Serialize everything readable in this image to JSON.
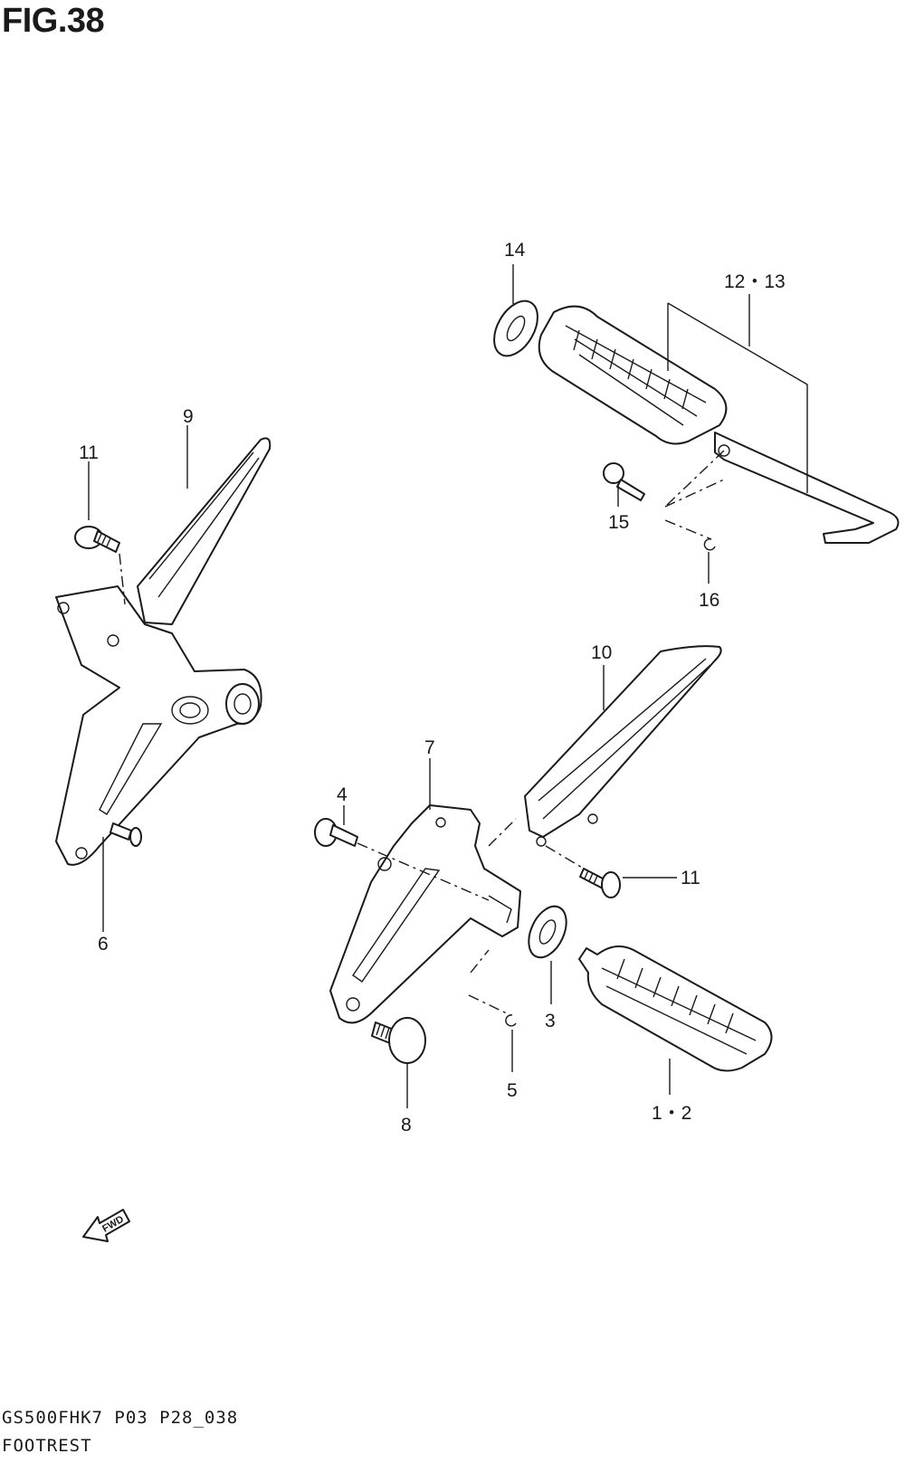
{
  "figure": {
    "title": "FIG.38",
    "model_code": "GS500FHK7  P03 P28_038",
    "section_name": "FOOTREST"
  },
  "fwd_arrow": {
    "label": "FWD",
    "icon": "fwd-arrow-icon"
  },
  "callouts": {
    "c14": "14",
    "c12_13": "12・13",
    "c15": "15",
    "c16": "16",
    "c9": "9",
    "c11_top": "11",
    "c6": "6",
    "c10": "10",
    "c7": "7",
    "c4": "4",
    "c11_mid": "11",
    "c3": "3",
    "c5": "5",
    "c8": "8",
    "c1_2": "1・2"
  },
  "colors": {
    "line": "#1a1a1a",
    "background": "#ffffff"
  }
}
